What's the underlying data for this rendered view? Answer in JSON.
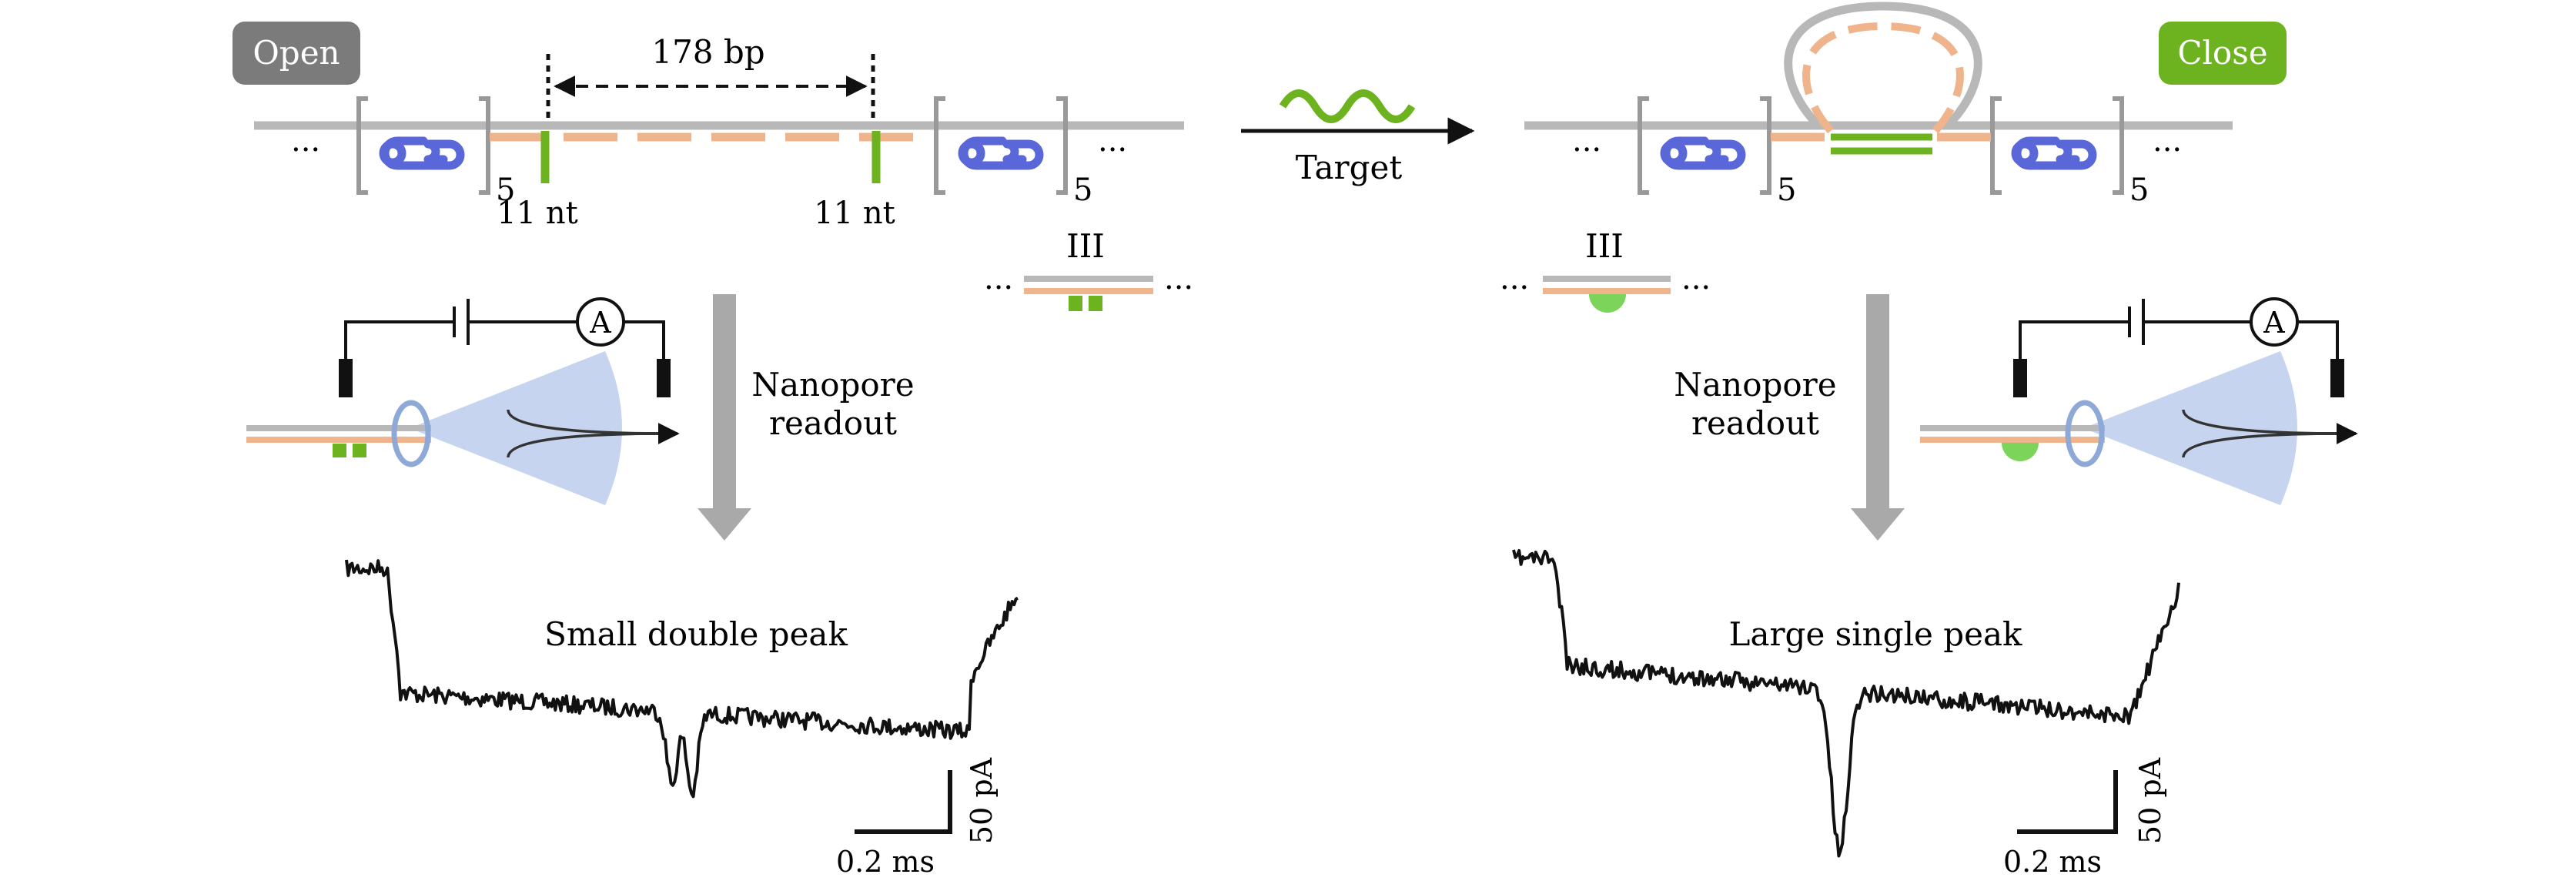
{
  "badges": {
    "open": "Open",
    "close": "Close"
  },
  "labels": {
    "spacing": "178 bp",
    "nt_left": "11 nt",
    "nt_right": "11 nt",
    "repeat_count": "5",
    "ellipsis": "...",
    "target": "Target",
    "structure": "III",
    "nanopore_line1": "Nanopore",
    "nanopore_line2": "readout",
    "ammeter": "A",
    "trace_left": "Small double peak",
    "trace_right": "Large single peak",
    "scale_time": "0.2 ms",
    "scale_current": "50 pA"
  },
  "colors": {
    "badge_open": "#7b7b7b",
    "badge_close": "#6db31f",
    "backbone": "#b8b8b8",
    "strand": "#f0b48c",
    "probe": "#6db31f",
    "hairpin": "#5a67d8",
    "bracket": "#999999",
    "pore": "#8ea8d8",
    "cone": "#c6d4ef",
    "blob": "#7dd45a",
    "arrow": "#a9a9a9",
    "trace": "#111111"
  },
  "icons": [
    "target-dna-wave-icon",
    "hairpin-icon",
    "nanopore-icon",
    "ammeter-icon",
    "battery-icon",
    "electrode-icon"
  ]
}
